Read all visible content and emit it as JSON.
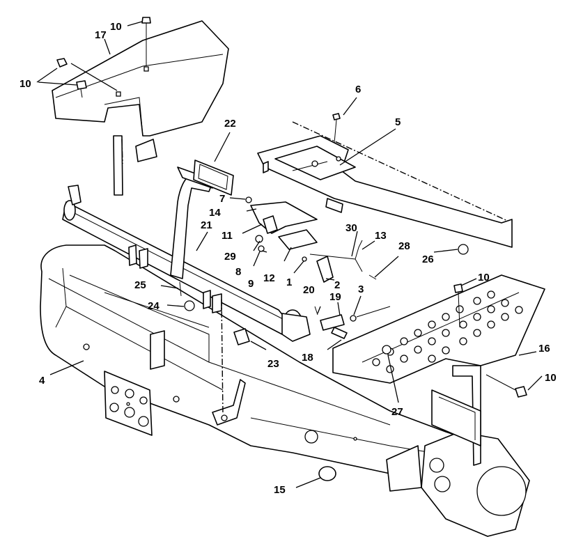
{
  "callouts": {
    "c1": "1",
    "c2": "2",
    "c3": "3",
    "c4": "4",
    "c5": "5",
    "c6": "6",
    "c7": "7",
    "c8": "8",
    "c9": "9",
    "c10a": "10",
    "c10b": "10",
    "c10c": "10",
    "c10d": "10",
    "c11": "11",
    "c12": "12",
    "c13": "13",
    "c14": "14",
    "c15": "15",
    "c16": "16",
    "c17": "17",
    "c18": "18",
    "c19": "19",
    "c20": "20",
    "c21": "21",
    "c22": "22",
    "c23": "23",
    "c24": "24",
    "c25": "25",
    "c26": "26",
    "c27": "27",
    "c28": "28",
    "c29": "29",
    "c30": "30"
  },
  "colors": {
    "line": "#000000",
    "background": "#ffffff"
  }
}
